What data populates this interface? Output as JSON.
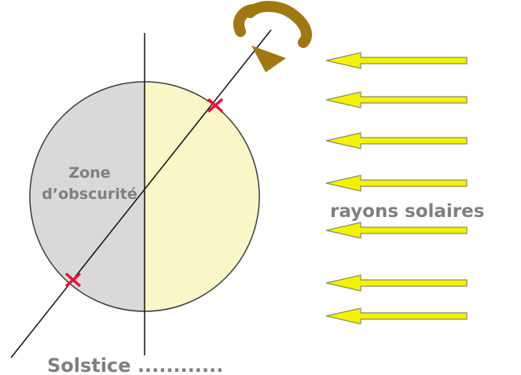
{
  "labels": {
    "zone_line1": "Zone",
    "zone_line2": "d’obscurité",
    "rays": "rayons solaires",
    "title": "Solstice ............"
  },
  "colors": {
    "night": "#d9d9d9",
    "day": "#fbf6c8",
    "outline": "#3a3a3a",
    "axis": "#111111",
    "pole_mark": "#e8103a",
    "ray_fill": "#f3f200",
    "ray_stroke": "#8a8a6a",
    "rotation_arrow": "#a07812",
    "label_text": "#7f7f7f"
  },
  "icons": {
    "rotation": "curved-rotation-arrow-icon",
    "sun_ray": "left-arrow-icon",
    "pole": "cross-icon"
  },
  "sun_rays_count": 7
}
